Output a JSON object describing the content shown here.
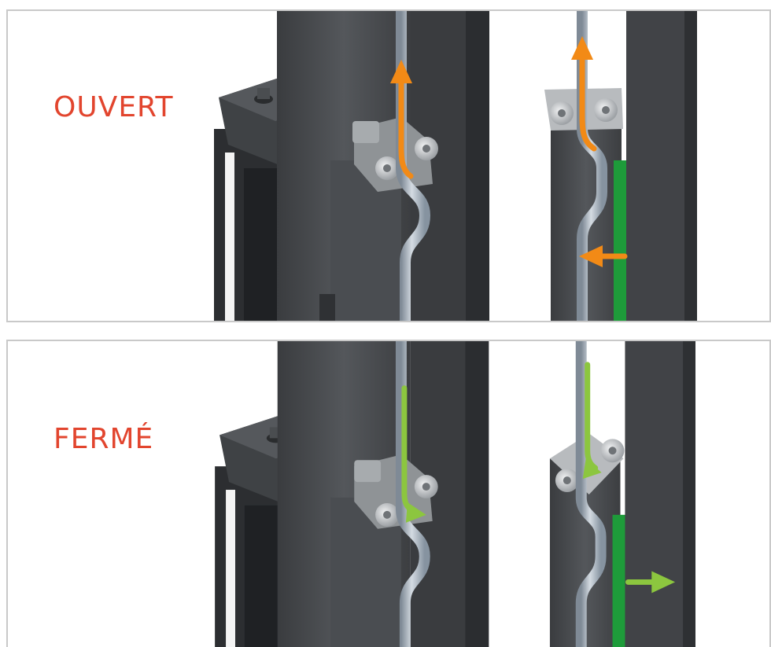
{
  "panels": [
    {
      "label": "OUVERT",
      "state": "open"
    },
    {
      "label": "FERMÉ",
      "state": "closed"
    }
  ],
  "colors": {
    "label_text": "#e2452e",
    "arrow_open": "#f28a16",
    "arrow_closed": "#8cc63f",
    "seal_green": "#1e9b3a",
    "post_dark": "#46484b",
    "post_darker": "#333539",
    "rod_steel": "#a7b3c0",
    "bolt_metal": "#c7c9cb",
    "panel_border": "#c9c9c9"
  },
  "icons": {
    "arrow_up": "arrow-up-icon",
    "arrow_left": "arrow-left-icon",
    "arrow_down": "arrow-down-icon",
    "arrow_right": "arrow-right-icon"
  }
}
